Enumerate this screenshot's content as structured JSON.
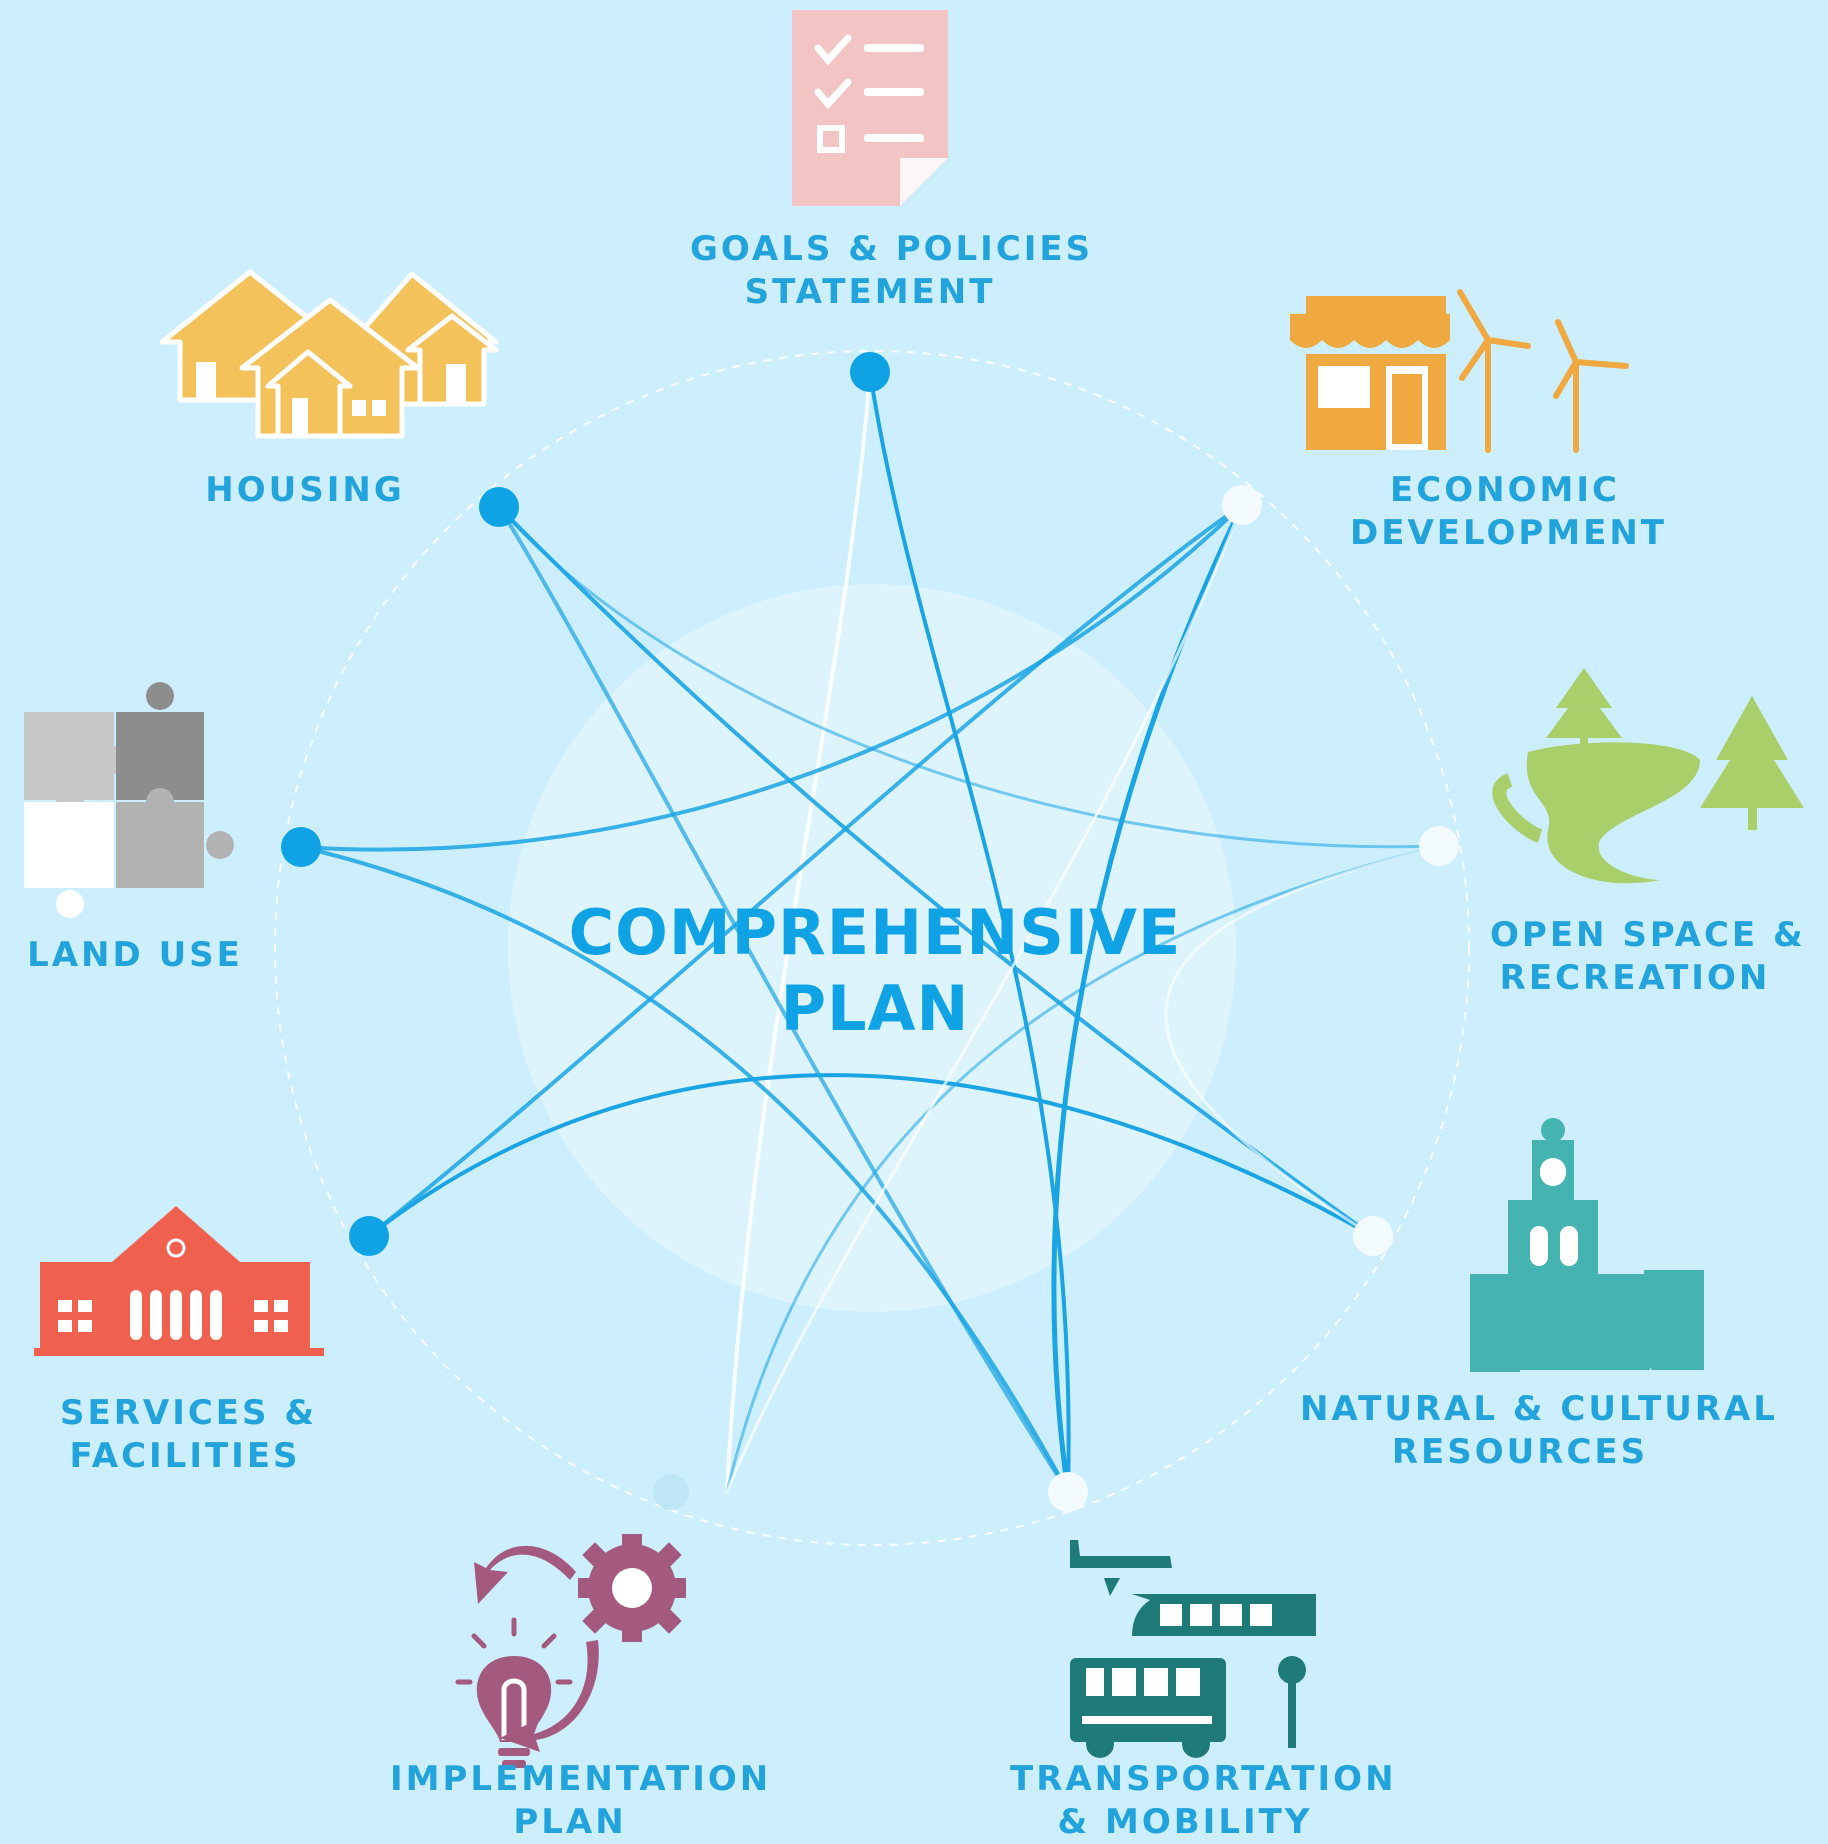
{
  "center": {
    "line1": "COMPREHENSIVE",
    "line2": "PLAN"
  },
  "topics": {
    "goals": {
      "line1": "GOALS & POLICIES",
      "line2": "STATEMENT",
      "icon": "checklist-document-icon",
      "color": "#f2c4c4"
    },
    "economic": {
      "line1": "ECONOMIC",
      "line2": "DEVELOPMENT",
      "icon": "storefront-wind-turbines-icon",
      "color": "#f0a840"
    },
    "open_space": {
      "line1": "OPEN SPACE &",
      "line2": "RECREATION",
      "icon": "trees-pond-icon",
      "color": "#a9cf6a"
    },
    "natural": {
      "line1": "NATURAL & CULTURAL",
      "line2": "RESOURCES",
      "icon": "clock-tower-river-icon",
      "color": "#45b4b0"
    },
    "transportation": {
      "line1": "TRANSPORTATION",
      "line2": "& MOBILITY",
      "icon": "plane-train-bus-icon",
      "color": "#1f7b7a"
    },
    "implementation": {
      "line1": "IMPLEMENTATION",
      "line2": "PLAN",
      "icon": "lightbulb-gear-cycle-icon",
      "color": "#a35a7e"
    },
    "services": {
      "line1": "SERVICES &",
      "line2": "FACILITIES",
      "icon": "civic-building-icon",
      "color": "#f0604f"
    },
    "land_use": {
      "line1": "LAND USE",
      "icon": "puzzle-pieces-icon",
      "color": "#a9a9a9"
    },
    "housing": {
      "line1": "HOUSING",
      "icon": "houses-icon",
      "color": "#f3c25a"
    }
  },
  "colors": {
    "background": "#cdeefc",
    "accent": "#0fa3e6",
    "label": "#23a3dc",
    "inactive_node": "#f3fbff"
  }
}
